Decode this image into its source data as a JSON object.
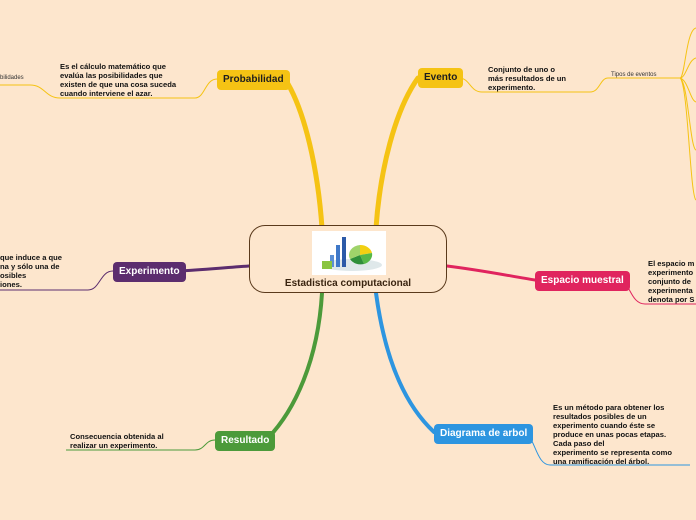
{
  "center": {
    "title": "Estadistica computacional",
    "image_icon": "statistics-chart-illustration-icon"
  },
  "topics": [
    {
      "id": "probabilidad",
      "label": "Probabilidad",
      "color": "#f5c314",
      "description": "Es el cálculo matemático que\nevalúa las posibilidades que\nexisten de que una cosa suceda\ncuando interviene el azar."
    },
    {
      "id": "evento",
      "label": "Evento",
      "color": "#f5c314",
      "description": "Conjunto de uno o\nmás resultados de un\nexperimento."
    },
    {
      "id": "experimento",
      "label": "Experimento",
      "color": "#5c2d6e",
      "description": "que induce a que\nna y sólo una de\nosibles\niones."
    },
    {
      "id": "espacio-muestral",
      "label": "Espacio muestral",
      "color": "#e0245e",
      "description": "El espacio m\nexperimento\nconjunto de\nexperimenta\ndenota por S"
    },
    {
      "id": "resultado",
      "label": "Resultado",
      "color": "#4c9a3a",
      "description": "Consecuencia obtenida al\nrealizar un experimento."
    },
    {
      "id": "diagrama-arbol",
      "label": "Diagrama de arbol",
      "color": "#2d95e0",
      "description": "Es un método para obtener los\nresultados posibles de un\nexperimento cuando éste se\nproduce en unas pocas etapas.\nCada paso del\nexperimento se representa como\nuna ramificación del árbol."
    }
  ],
  "subtopics": {
    "tipos_eventos": "Tipos de eventos",
    "probabilidades_fragment": "bilidades"
  }
}
